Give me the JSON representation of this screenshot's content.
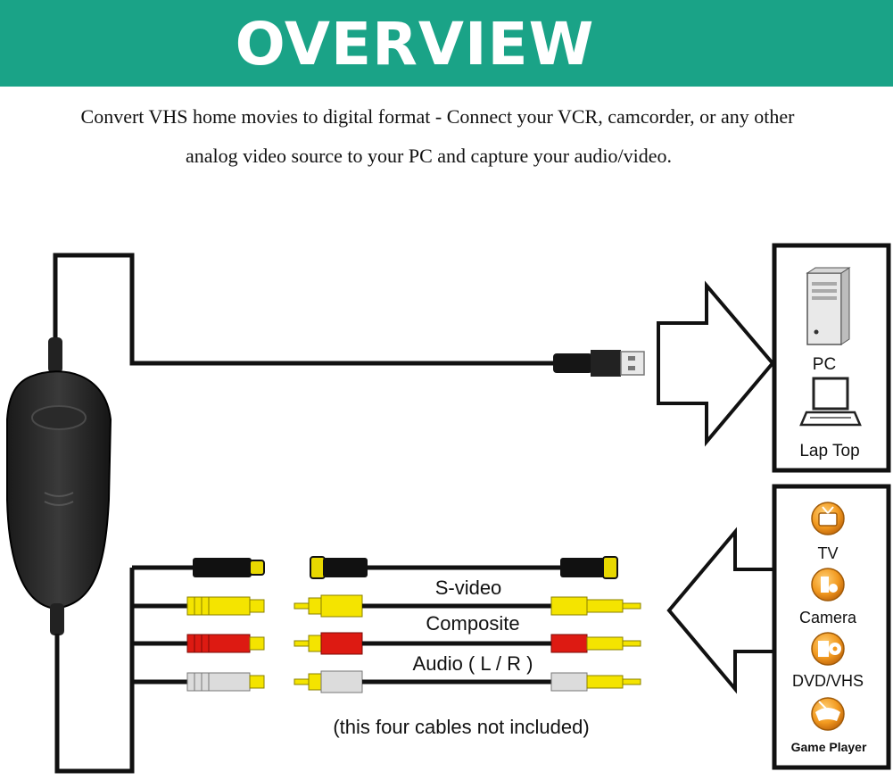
{
  "banner": {
    "title": "OVERVIEW",
    "color": "#1aa387"
  },
  "description": {
    "line1": "Convert VHS home movies to digital format - Connect your VCR, camcorder, or any other",
    "line2": "analog video source to your PC and capture your audio/video."
  },
  "computers": [
    {
      "label": "PC",
      "icon": "pc-tower-icon"
    },
    {
      "label": "Lap Top",
      "icon": "laptop-icon"
    }
  ],
  "sources": [
    {
      "label": "TV",
      "icon": "tv-icon"
    },
    {
      "label": "Camera",
      "icon": "camera-icon"
    },
    {
      "label": "DVD/VHS",
      "icon": "dvd-vhs-icon"
    },
    {
      "label": "Game Player",
      "icon": "game-player-icon"
    }
  ],
  "cables": {
    "svideo": "S-video",
    "composite": "Composite",
    "audio": "Audio ( L / R )",
    "note": "(this four cables not included)"
  },
  "colors": {
    "svideo": "#111111",
    "composite": "#f4e400",
    "audio_r": "#dd1a12",
    "audio_l": "#dcdcdc",
    "icon_orange": "#f29a20"
  }
}
